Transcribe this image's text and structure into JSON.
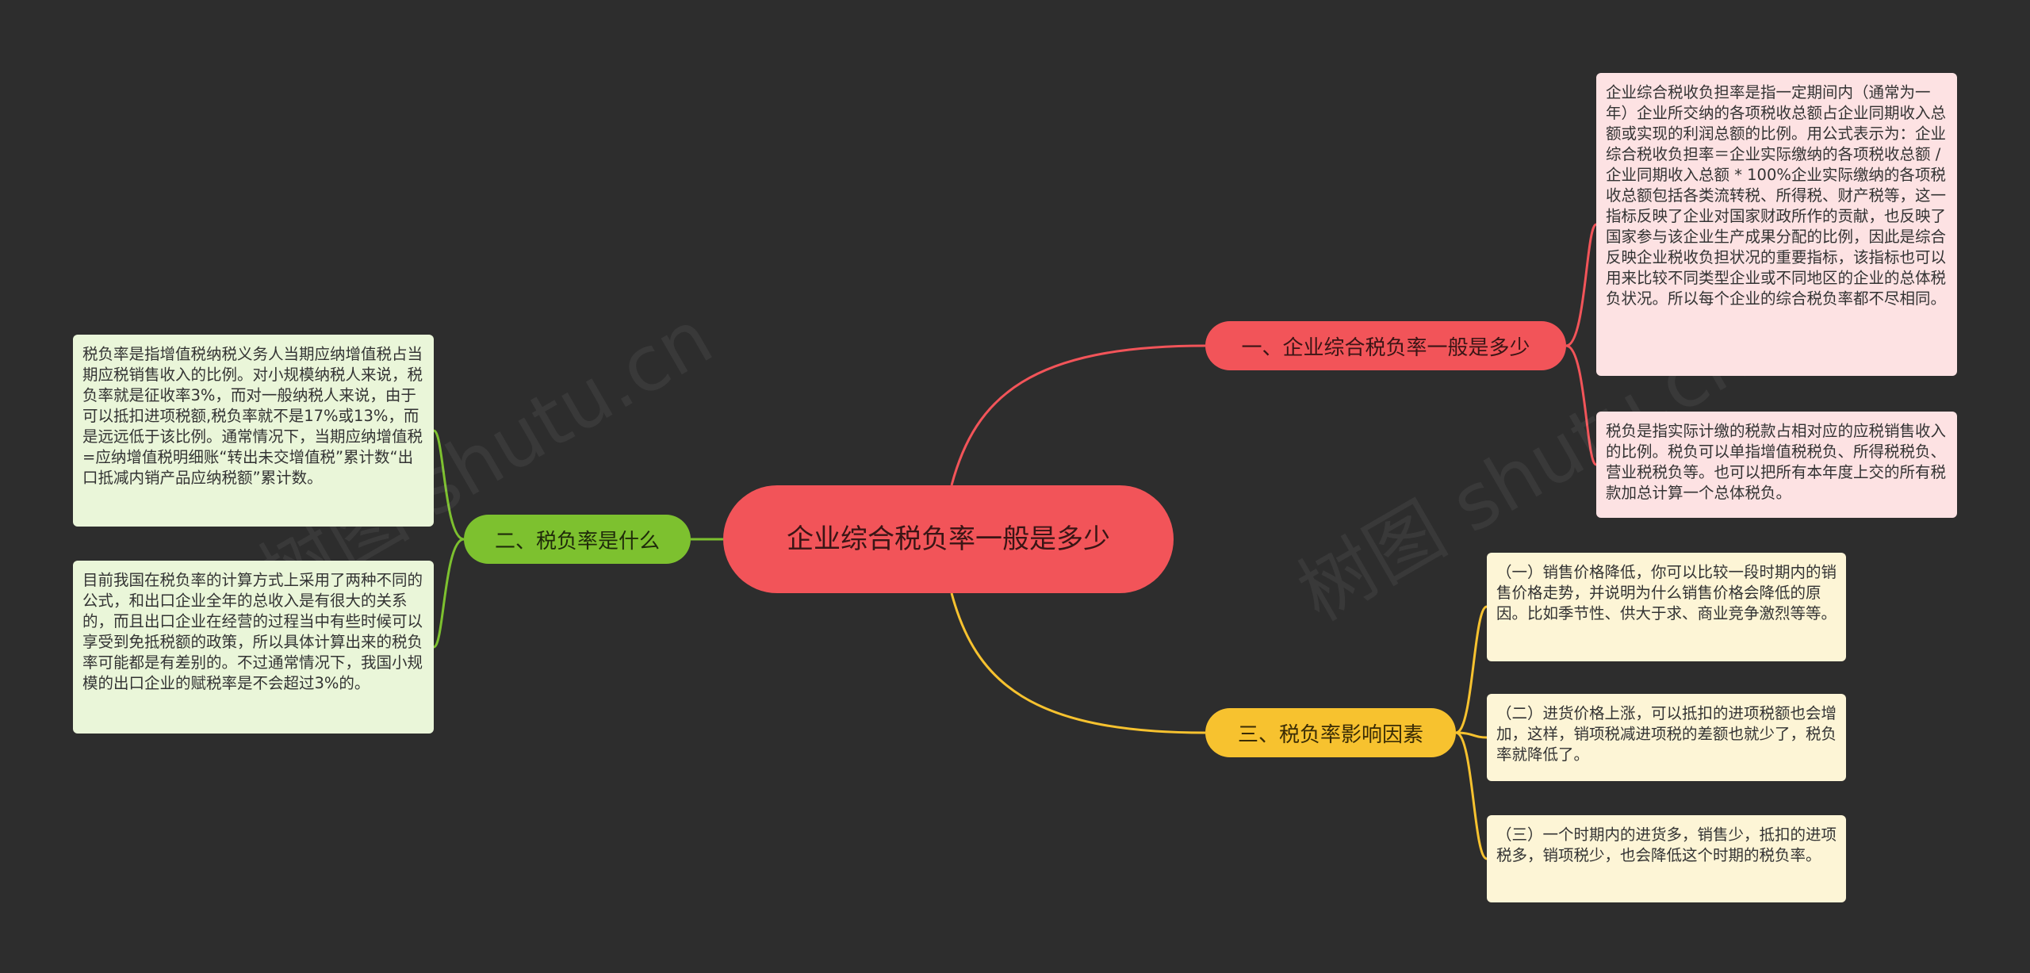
{
  "colors": {
    "background": "#2d2d2d",
    "center": "#f25459",
    "branch_red": "#f25459",
    "branch_green": "#7dc12f",
    "branch_yellow": "#f7c22f",
    "leaf_red": "#fde2e3",
    "leaf_green": "#eaf6d9",
    "leaf_yellow": "#fdf5d6"
  },
  "center": {
    "title": "企业综合税负率一般是多少"
  },
  "branches": {
    "one": {
      "title": "一、企业综合税负率一般是多少",
      "leaves": [
        "企业综合税收负担率是指一定期间内（通常为一年）企业所交纳的各项税收总额占企业同期收入总额或实现的利润总额的比例。用公式表示为：企业综合税收负担率＝企业实际缴纳的各项税收总额 / 企业同期收入总额 * 100%企业实际缴纳的各项税收总额包括各类流转税、所得税、财产税等，这一指标反映了企业对国家财政所作的贡献，也反映了国家参与该企业生产成果分配的比例，因此是综合反映企业税收负担状况的重要指标，该指标也可以用来比较不同类型企业或不同地区的企业的总体税负状况。所以每个企业的综合税负率都不尽相同。",
        "税负是指实际计缴的税款占相对应的应税销售收入的比例。税负可以单指增值税税负、所得税税负、营业税税负等。也可以把所有本年度上交的所有税款加总计算一个总体税负。"
      ]
    },
    "two": {
      "title": "二、税负率是什么",
      "leaves": [
        "税负率是指增值税纳税义务人当期应纳增值税占当期应税销售收入的比例。对小规模纳税人来说，税负率就是征收率3%，而对一般纳税人来说，由于可以抵扣进项税额,税负率就不是17%或13%，而是远远低于该比例。通常情况下，当期应纳增值税=应纳增值税明细账“转出未交增值税”累计数“出口抵减内销产品应纳税额”累计数。",
        "目前我国在税负率的计算方式上采用了两种不同的公式，和出口企业全年的总收入是有很大的关系的，而且出口企业在经营的过程当中有些时候可以享受到免抵税额的政策，所以具体计算出来的税负率可能都是有差别的。不过通常情况下，我国小规模的出口企业的赋税率是不会超过3%的。"
      ]
    },
    "three": {
      "title": "三、税负率影响因素",
      "leaves": [
        "（一）销售价格降低，你可以比较一段时期内的销售价格走势，并说明为什么销售价格会降低的原因。比如季节性、供大于求、商业竞争激烈等等。",
        "（二）进货价格上涨，可以抵扣的进项税额也会增加，这样，销项税减进项税的差额也就少了，税负率就降低了。",
        "（三）一个时期内的进货多，销售少，抵扣的进项税多，销项税少，也会降低这个时期的税负率。"
      ]
    }
  },
  "watermark": [
    "树图 shutu.cn",
    "树图 shutu.cn"
  ]
}
